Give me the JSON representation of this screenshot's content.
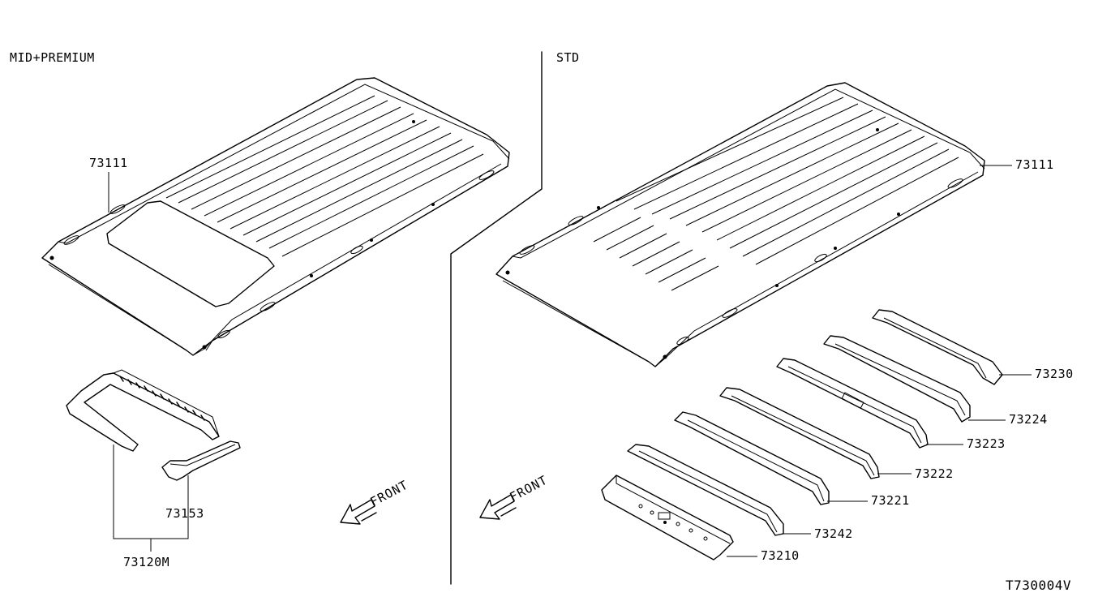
{
  "sections": {
    "left_header": "MID+PREMIUM",
    "right_header": "STD"
  },
  "part_labels": {
    "left_roof": "73111",
    "right_roof": "73111",
    "sunroof_frame_assembly": "73120M",
    "sunroof_rear_rail": "73153",
    "bow_1": "73230",
    "bow_2": "73224",
    "bow_3": "73223",
    "bow_4": "73222",
    "bow_5": "73221",
    "bow_6": "73242",
    "front_rail": "73210"
  },
  "direction": {
    "left_front": "FRONT",
    "right_front": "FRONT"
  },
  "diagram_id": "T730004V"
}
